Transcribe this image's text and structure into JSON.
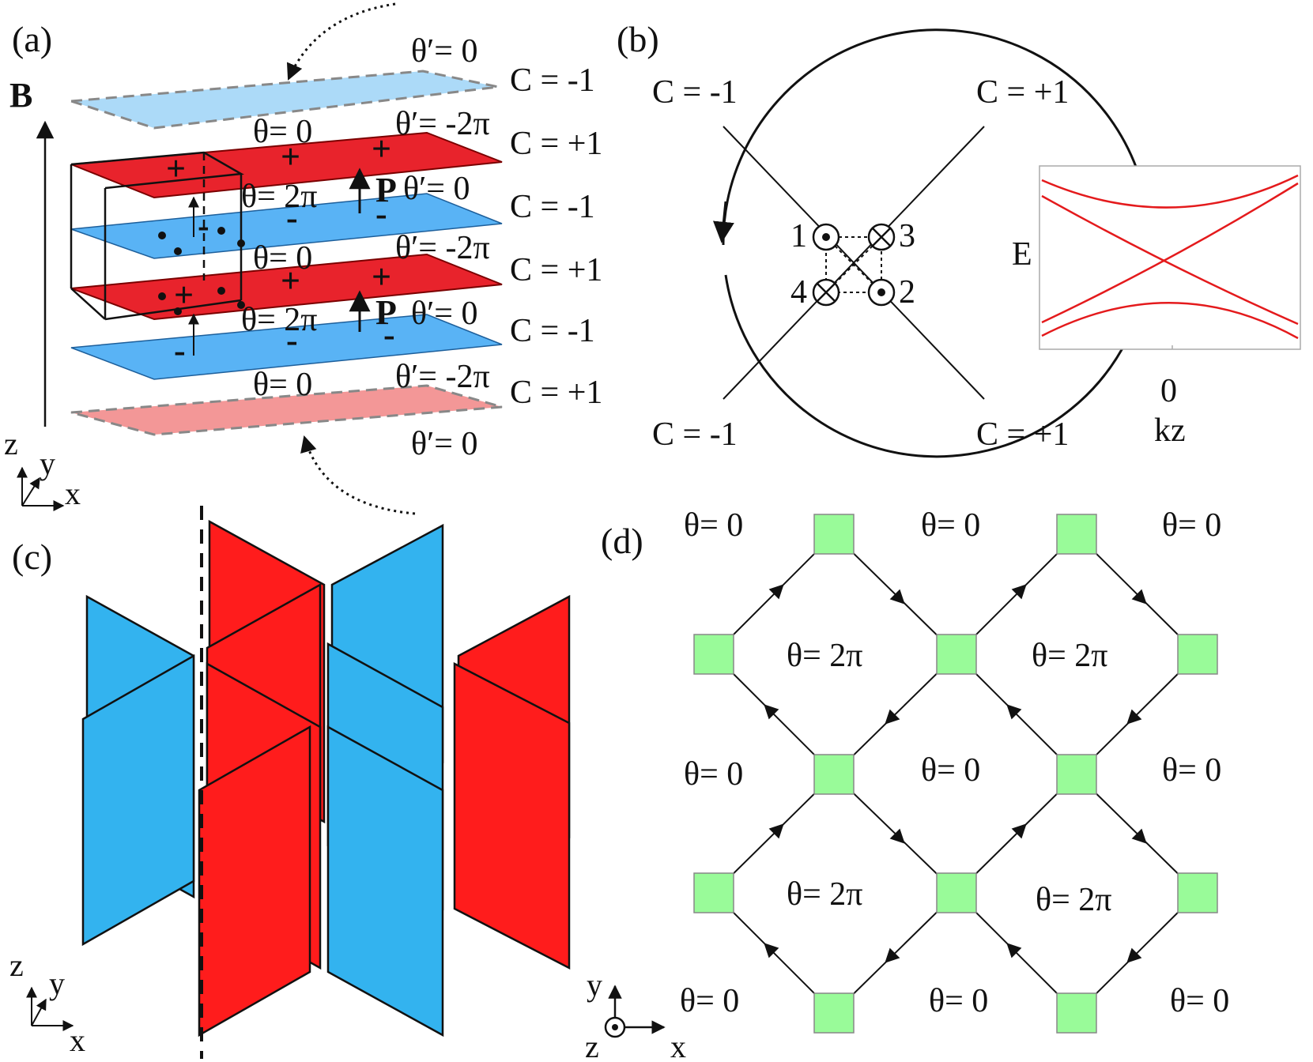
{
  "panels": {
    "a": "(a)",
    "b": "(b)",
    "c": "(c)",
    "d": "(d)"
  },
  "colors": {
    "red": "#e8232c",
    "blue": "#59b3f5",
    "light_blue": "#acdaf8",
    "pink": "#f39797",
    "panel_c_red": "#ff1c1c",
    "panel_c_blue": "#33b3ef",
    "green": "#99fb99",
    "band_red": "#e41a1c"
  },
  "panel_a": {
    "field_label": "B",
    "polarization_label": "P",
    "layer_chern": [
      "C = -1",
      "C = +1",
      "C = -1",
      "C = +1",
      "C = -1",
      "C = +1"
    ],
    "theta_labels": [
      "θ= 0",
      "θ= 2π",
      "θ= 0",
      "θ= 2π",
      "θ= 0"
    ],
    "theta_prime_labels": [
      "θ′= 0",
      "θ′= -2π",
      "θ′= 0",
      "θ′= -2π",
      "θ′= 0",
      "θ′= -2π",
      "θ′= 0"
    ],
    "plus_sign": "+",
    "minus_sign": "-",
    "axes": {
      "z": "z",
      "y": "y",
      "x": "x"
    }
  },
  "panel_b": {
    "chern_labels": {
      "top_left": "C = -1",
      "top_right": "C = +1",
      "bottom_left": "C = -1",
      "bottom_right": "C = +1"
    },
    "node_labels": [
      "1",
      "3",
      "4",
      "2"
    ],
    "energy_label": "E",
    "kz_label": "kz",
    "kz_zero": "0"
  },
  "panel_c": {
    "axes": {
      "z": "z",
      "y": "y",
      "x": "x"
    }
  },
  "panel_d": {
    "theta_zero": "θ= 0",
    "theta_two_pi": "θ= 2π",
    "axes": {
      "y": "y",
      "z": "z",
      "x": "x"
    }
  }
}
